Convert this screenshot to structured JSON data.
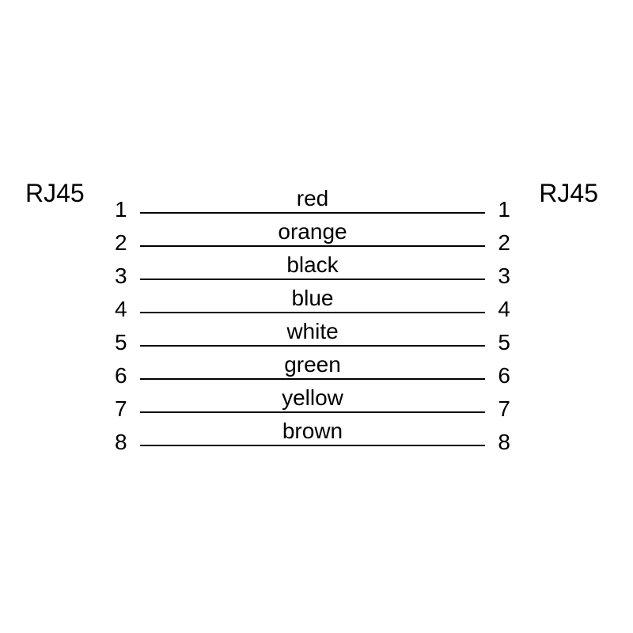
{
  "diagram": {
    "left_connector": "RJ45",
    "right_connector": "RJ45",
    "line_color": "#000000",
    "background_color": "#ffffff",
    "wires": [
      {
        "left_pin": "1",
        "right_pin": "1",
        "color": "red"
      },
      {
        "left_pin": "2",
        "right_pin": "2",
        "color": "orange"
      },
      {
        "left_pin": "3",
        "right_pin": "3",
        "color": "black"
      },
      {
        "left_pin": "4",
        "right_pin": "4",
        "color": "blue"
      },
      {
        "left_pin": "5",
        "right_pin": "5",
        "color": "white"
      },
      {
        "left_pin": "6",
        "right_pin": "6",
        "color": "green"
      },
      {
        "left_pin": "7",
        "right_pin": "7",
        "color": "yellow"
      },
      {
        "left_pin": "8",
        "right_pin": "8",
        "color": "brown"
      }
    ]
  }
}
